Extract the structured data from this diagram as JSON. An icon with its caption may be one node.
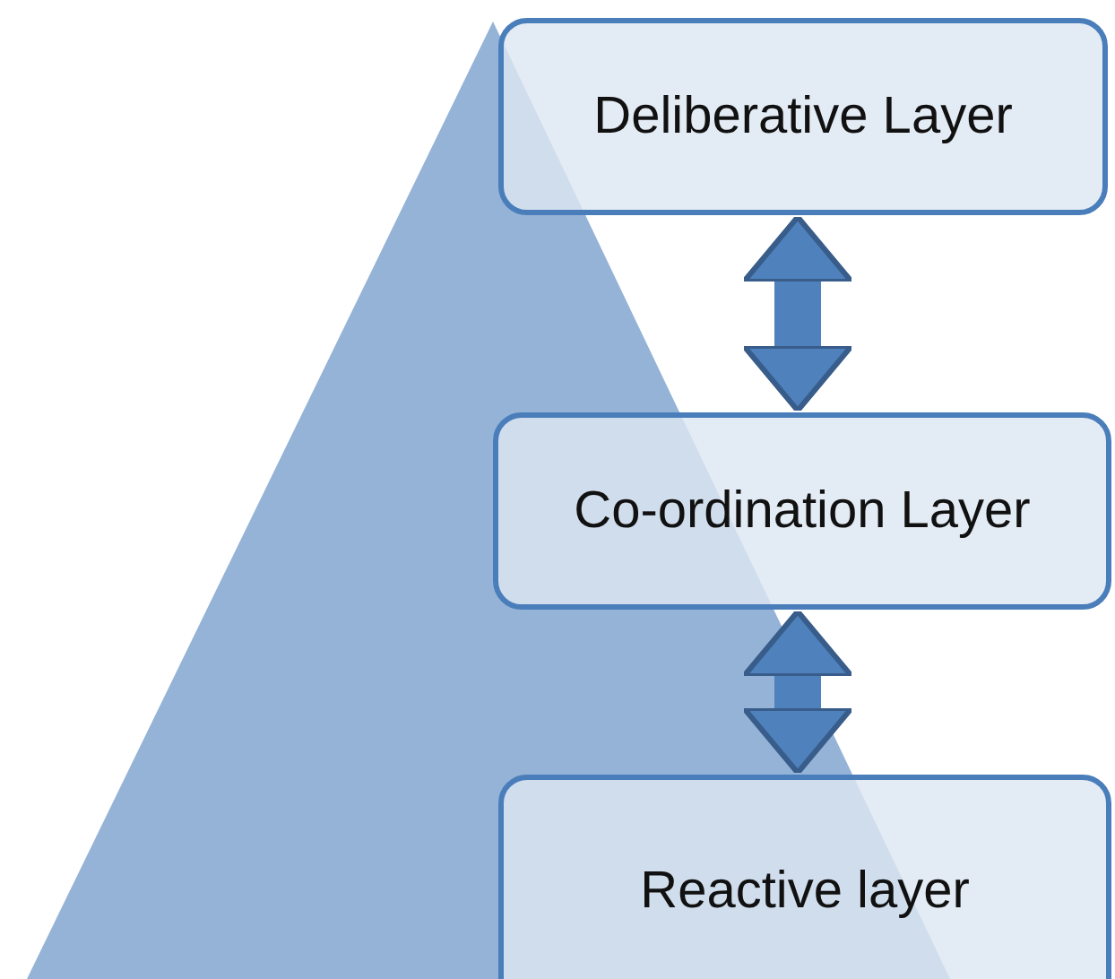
{
  "diagram": {
    "nodes": [
      {
        "text": [
          "Deliberative Layer"
        ]
      },
      {
        "text": [
          "Co-ordination Layer"
        ]
      },
      {
        "text": [
          "Reactive layer"
        ]
      }
    ],
    "edges": [
      {
        "from": 0,
        "to": 1,
        "arrow": "both"
      },
      {
        "from": 1,
        "to": 2,
        "arrow": "both"
      }
    ]
  }
}
